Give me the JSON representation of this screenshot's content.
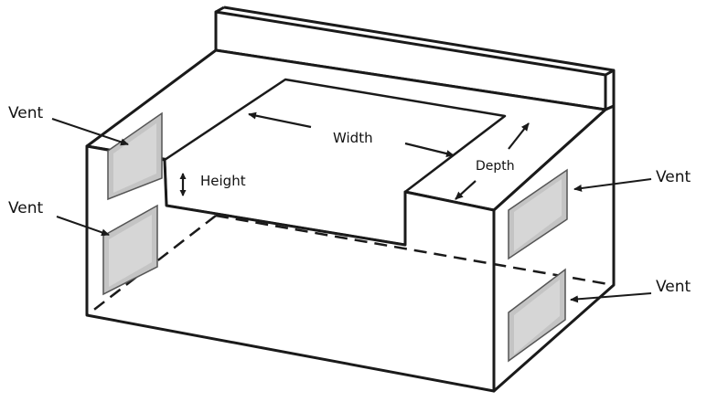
{
  "diagram": {
    "labels": {
      "width": "Width",
      "height": "Height",
      "depth": "Depth"
    },
    "vents": [
      {
        "label": "Vent"
      },
      {
        "label": "Vent"
      },
      {
        "label": "Vent"
      },
      {
        "label": "Vent"
      }
    ],
    "colors": {
      "outline": "#1a1a1a",
      "vent_fill": "#c4c4c4",
      "vent_inner": "#d6d6d6",
      "background": "#ffffff"
    }
  }
}
